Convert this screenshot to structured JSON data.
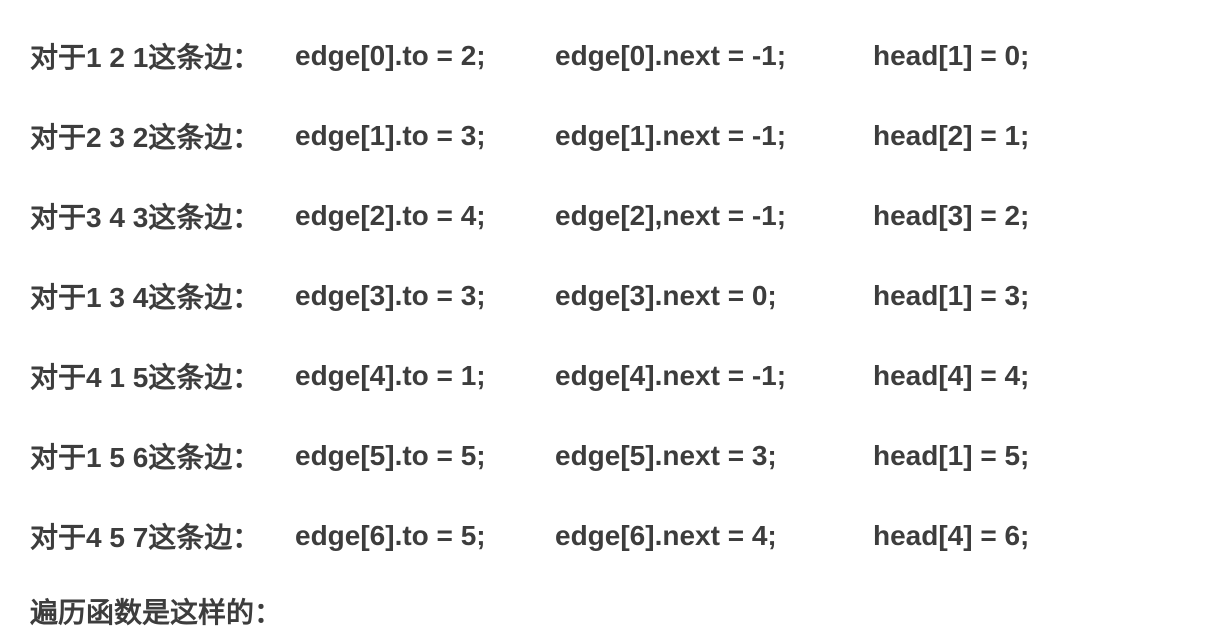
{
  "page": {
    "background_color": "#ffffff",
    "text_color": "#3d3d3d"
  },
  "edge_rows": [
    {
      "label": "对于1 2 1这条边：",
      "to": "edge[0].to = 2;",
      "next": "edge[0].next = -1;",
      "head": "head[1] = 0;"
    },
    {
      "label": "对于2 3 2这条边：",
      "to": "edge[1].to = 3;",
      "next": "edge[1].next = -1;",
      "head": "head[2] = 1;"
    },
    {
      "label": "对于3 4 3这条边：",
      "to": "edge[2].to = 4;",
      "next": "edge[2],next = -1;",
      "head": "head[3] = 2;"
    },
    {
      "label": "对于1 3 4这条边：",
      "to": "edge[3].to = 3;",
      "next": "edge[3].next = 0;",
      "head": "head[1] = 3;"
    },
    {
      "label": "对于4 1 5这条边：",
      "to": "edge[4].to = 1;",
      "next": "edge[4].next = -1;",
      "head": "head[4] = 4;"
    },
    {
      "label": "对于1 5 6这条边：",
      "to": "edge[5].to = 5;",
      "next": "edge[5].next = 3;",
      "head": "head[1] = 5;"
    },
    {
      "label": "对于4 5 7这条边：",
      "to": "edge[6].to = 5;",
      "next": "edge[6].next = 4;",
      "head": "head[4] = 6;"
    }
  ],
  "footer": {
    "label": "遍历函数是这样的："
  }
}
